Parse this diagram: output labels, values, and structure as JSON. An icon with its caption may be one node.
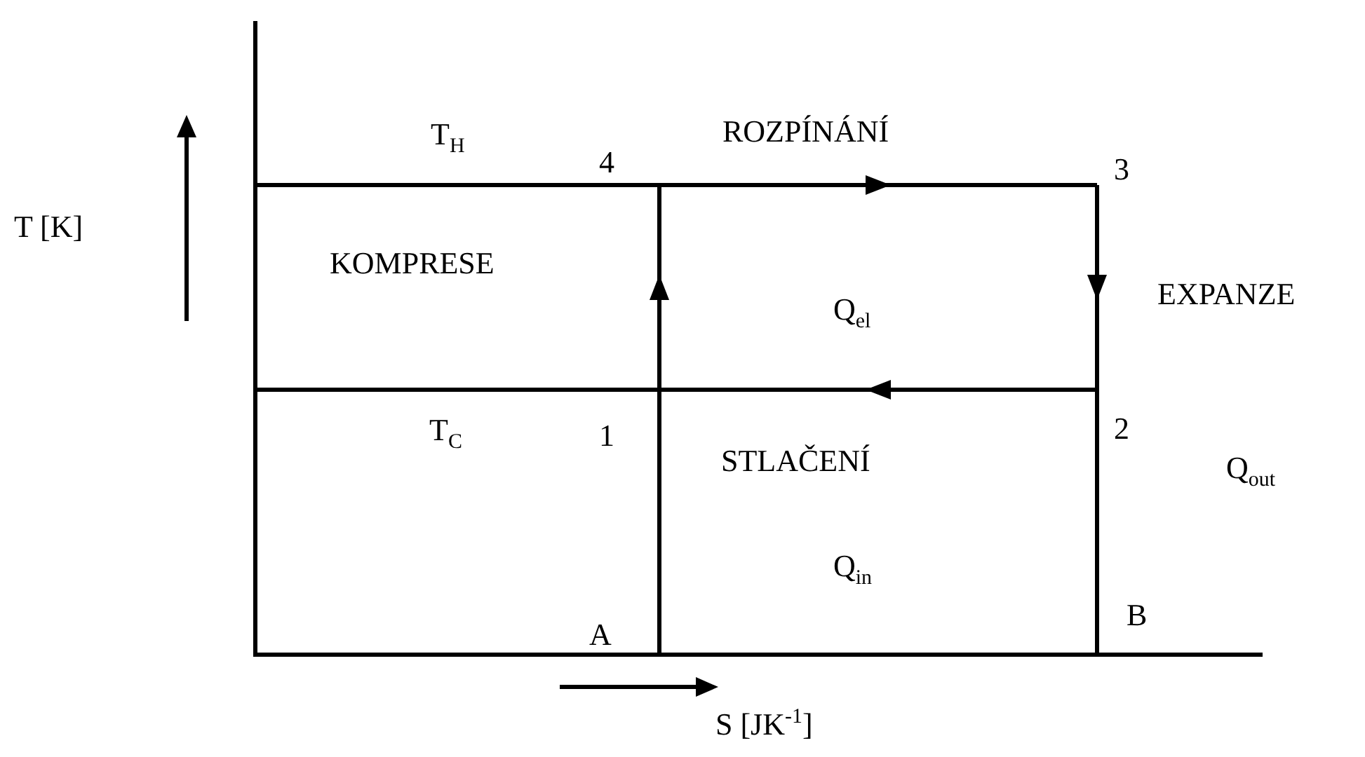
{
  "diagram": {
    "nodes": [
      {
        "text": [
          "4"
        ]
      },
      {
        "text": [
          "3"
        ]
      },
      {
        "text": [
          "2"
        ]
      },
      {
        "text": [
          "1"
        ]
      }
    ],
    "edges": [
      {
        "from": 3,
        "to": 0,
        "arrow": "to"
      },
      {
        "from": 0,
        "to": 1,
        "arrow": "to"
      },
      {
        "from": 1,
        "to": 2,
        "arrow": "to"
      },
      {
        "from": 2,
        "to": 3,
        "arrow": "to"
      }
    ],
    "labels": [
      "ROZPÍNÁNÍ",
      "T$_{H}$",
      "T [K]",
      "KOMPRESE",
      "Q$_{el}$",
      "EXPANZE",
      "T$_{C}$",
      "STLAČENÍ",
      "Q$_{out}$",
      "Q$_{in}$",
      "A",
      "B",
      "S [JK$^{-1}$]"
    ]
  }
}
